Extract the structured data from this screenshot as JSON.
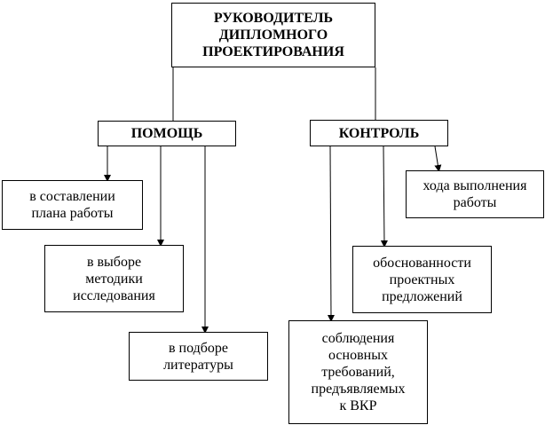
{
  "root": {
    "label": "РУКОВОДИТЕЛЬ\nДИПЛОМНОГО\nПРОЕКТИРОВАНИЯ"
  },
  "help": {
    "label": "ПОМОЩЬ",
    "items": [
      "в составлении\nплана работы",
      "в выборе\nметодики\nисследования",
      "в подборе\nлитературы"
    ]
  },
  "control": {
    "label": "КОНТРОЛЬ",
    "items": [
      "хода выполнения\nработы",
      "обоснованности\nпроектных\nпредложений",
      "соблюдения\nосновных\nтребований,\nпредъявляемых\nк ВКР"
    ]
  }
}
